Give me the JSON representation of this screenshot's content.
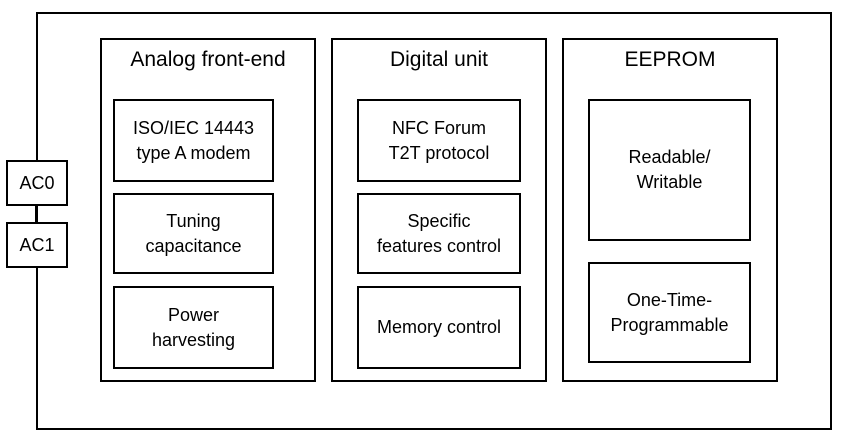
{
  "pins": {
    "ac0": "AC0",
    "ac1": "AC1"
  },
  "sections": {
    "analog_front_end": {
      "title": "Analog front-end",
      "blocks": [
        "ISO/IEC 14443\ntype A modem",
        "Tuning\ncapacitance",
        "Power\nharvesting"
      ]
    },
    "digital_unit": {
      "title": "Digital unit",
      "blocks": [
        "NFC Forum\nT2T protocol",
        "Specific\nfeatures control",
        "Memory control"
      ]
    },
    "eeprom": {
      "title": "EEPROM",
      "blocks": [
        "Readable/\nWritable",
        "One-Time-\nProgrammable"
      ]
    }
  }
}
